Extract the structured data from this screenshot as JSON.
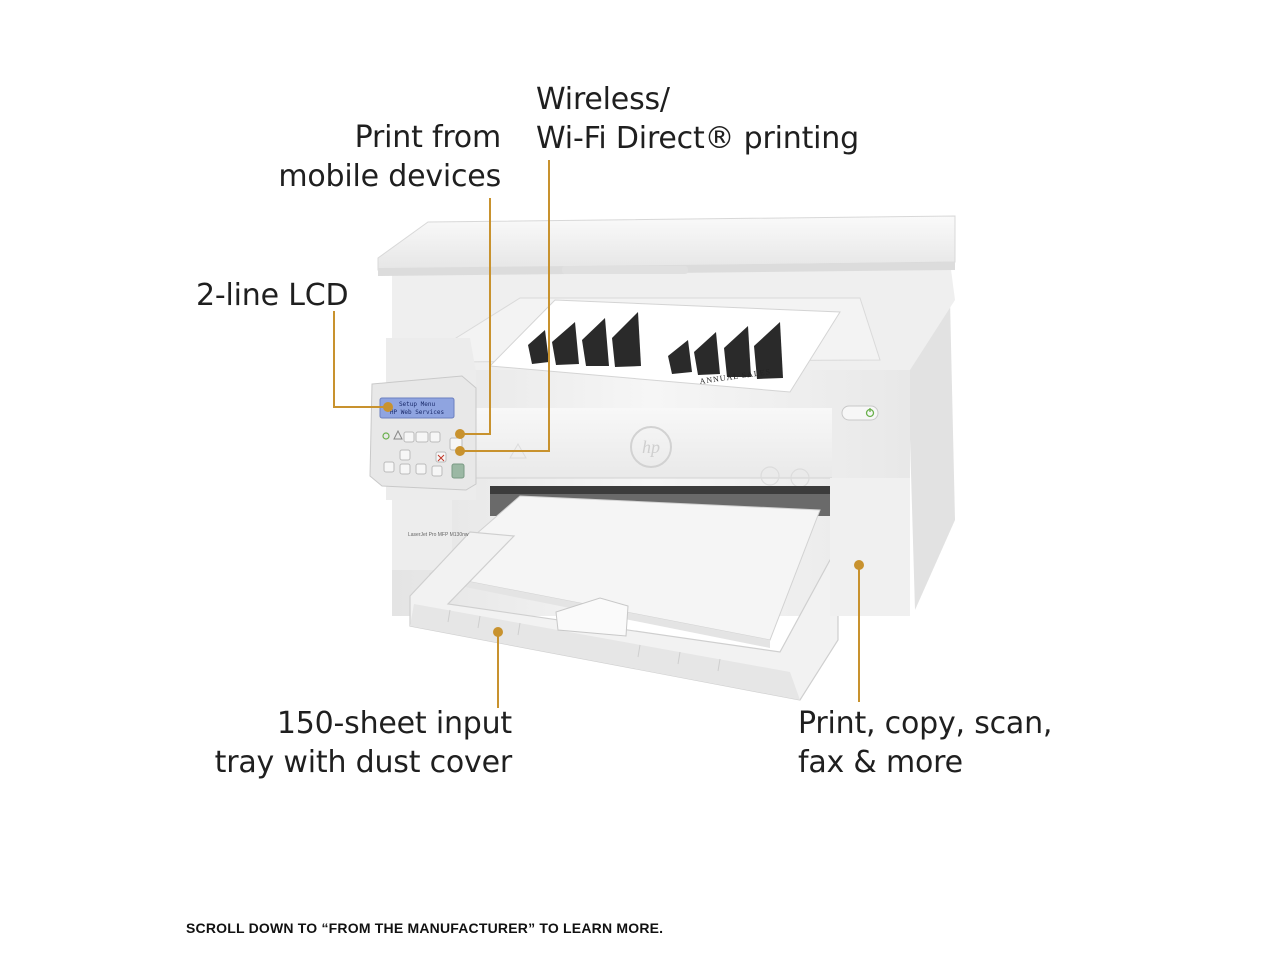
{
  "callouts": {
    "wireless": [
      "Wireless/",
      "Wi-Fi Direct® printing"
    ],
    "mobile": [
      "Print from",
      "mobile devices"
    ],
    "lcd": [
      "2-line LCD"
    ],
    "tray": [
      "150-sheet input",
      "tray with dust cover"
    ],
    "functions": [
      "Print, copy, scan,",
      "fax & more"
    ]
  },
  "printer": {
    "brand_logo": "hp",
    "lcd_lines": [
      "Setup Menu",
      "HP Web Services"
    ],
    "model_label": "LaserJet Pro MFP M130nw",
    "output_sheet_caption": "ANNUAL SALES"
  },
  "footer_text": "SCROLL DOWN TO “FROM THE MANUFACTURER” TO LEARN MORE.",
  "colors": {
    "accent_gold": "#c8922e",
    "printer_body": "#f1f1f1",
    "background": "#ffffff"
  },
  "icons": [
    "power-icon",
    "wifi-icon",
    "left-arrow-icon",
    "ok-icon",
    "right-arrow-icon",
    "back-icon",
    "cancel-icon",
    "start-icon",
    "wrench-icon"
  ]
}
